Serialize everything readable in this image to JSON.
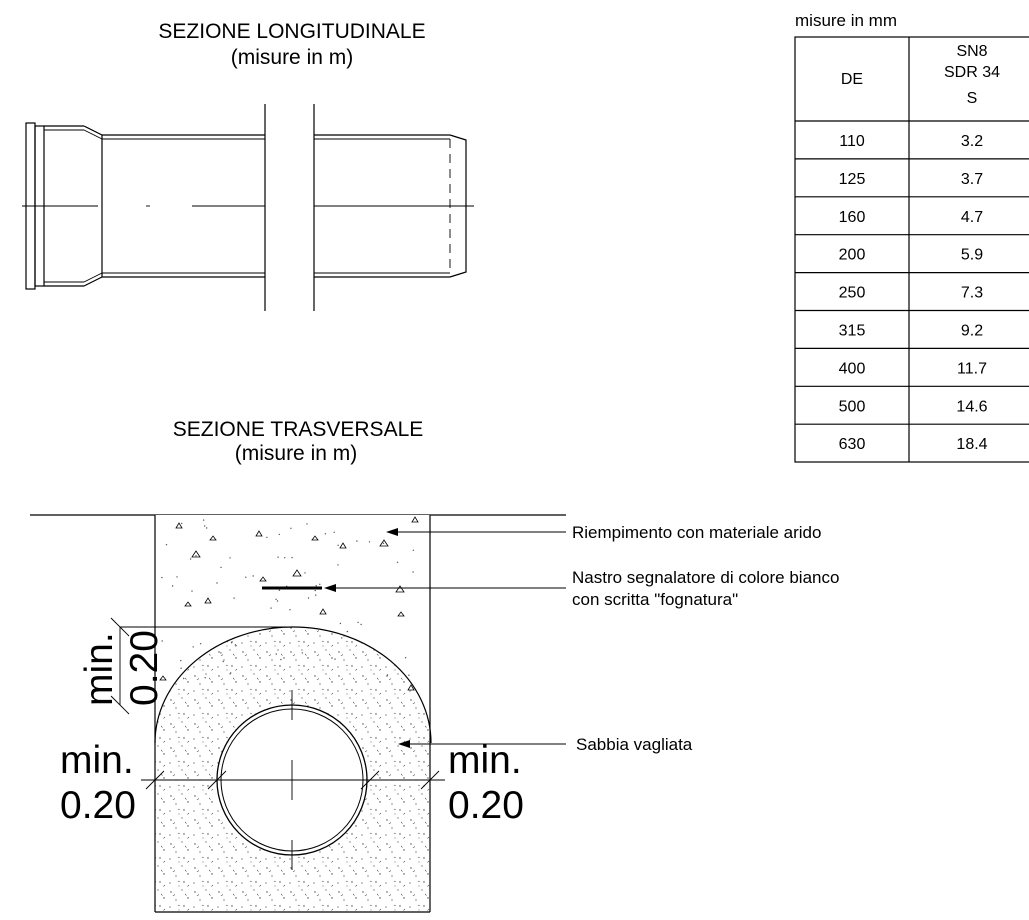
{
  "long_section": {
    "title": "SEZIONE LONGITUDINALE",
    "units": "(misure in m)"
  },
  "cross_section": {
    "title": "SEZIONE TRASVERSALE",
    "units": "(misure in m)",
    "top_cover": {
      "prefix": "min.",
      "value": "0.20"
    },
    "left_side": {
      "prefix": "min.",
      "value": "0.20"
    },
    "right_side": {
      "prefix": "min.",
      "value": "0.20"
    }
  },
  "annotations": {
    "fill": "Riempimento con materiale arido",
    "tape_line1": "Nastro segnalatore di colore bianco",
    "tape_line2": "con scritta \"fognatura\"",
    "sand": "Sabbia vagliata"
  },
  "table": {
    "caption": "misure in mm",
    "header_de": "DE",
    "header_s": [
      "SN8",
      "SDR 34",
      "S"
    ],
    "rows": [
      {
        "de": "110",
        "s": "3.2"
      },
      {
        "de": "125",
        "s": "3.7"
      },
      {
        "de": "160",
        "s": "4.7"
      },
      {
        "de": "200",
        "s": "5.9"
      },
      {
        "de": "250",
        "s": "7.3"
      },
      {
        "de": "315",
        "s": "9.2"
      },
      {
        "de": "400",
        "s": "11.7"
      },
      {
        "de": "500",
        "s": "14.6"
      },
      {
        "de": "630",
        "s": "18.4"
      }
    ]
  }
}
